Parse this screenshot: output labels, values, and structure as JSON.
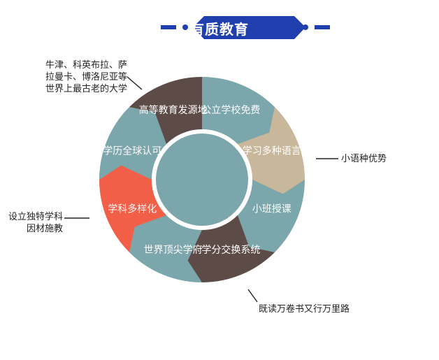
{
  "header": {
    "title": "有质教育"
  },
  "wheel": {
    "segments": [
      {
        "label": "公立学校免费",
        "color": "#7aa6ac"
      },
      {
        "label": "学习多种语言",
        "color": "#c8b79a"
      },
      {
        "label": "小班授课",
        "color": "#7aa6ac"
      },
      {
        "label": "学分交换系统",
        "color": "#5d4b47"
      },
      {
        "label": "世界顶尖学府",
        "color": "#7aa6ac"
      },
      {
        "label": "学科多样化",
        "color": "#f25f48"
      },
      {
        "label": "学历全球认可",
        "color": "#7aa6ac"
      },
      {
        "label": "高等教育发源地",
        "color": "#5d4b47"
      }
    ],
    "center_color": "#7aa6ac"
  },
  "annotations": {
    "top_left": {
      "line1": "牛津、科英布拉、萨",
      "line2": "拉曼卡、博洛尼亚等",
      "line3": "世界上最古老的大学"
    },
    "right": "小语种优势",
    "left": {
      "line1": "设立独特学科",
      "line2": "因材施教"
    },
    "bottom": "既读万卷书又行万里路"
  }
}
